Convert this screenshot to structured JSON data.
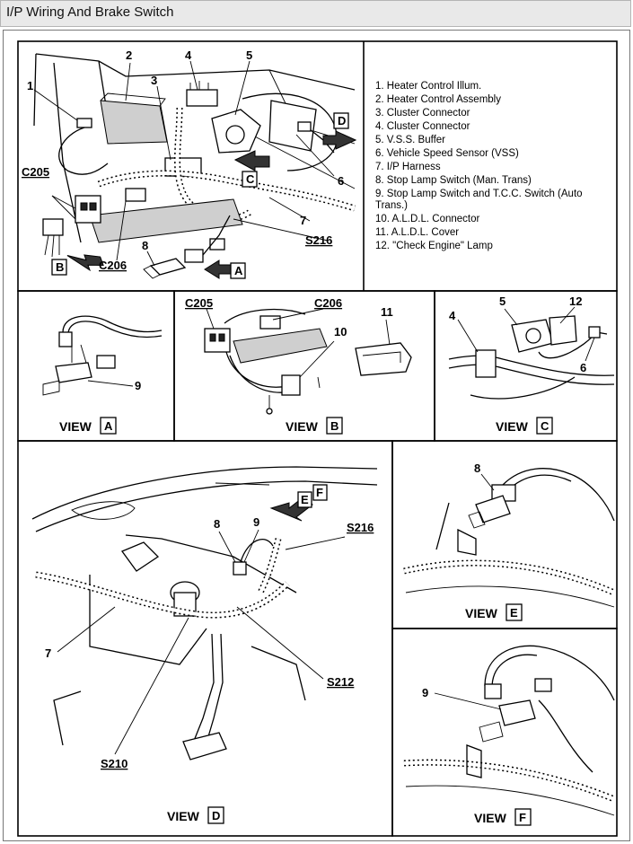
{
  "header": {
    "title": "I/P Wiring And Brake Switch"
  },
  "legend": [
    "1.  Heater Control Illum.",
    "2.  Heater Control Assembly",
    "3.  Cluster Connector",
    "4.  Cluster Connector",
    "5.  V.S.S. Buffer",
    "6.  Vehicle Speed Sensor (VSS)",
    "7.  I/P Harness",
    "8.  Stop Lamp Switch (Man. Trans)",
    "9.  Stop Lamp Switch and T.C.C. Switch (Auto",
    "      Trans.)",
    "10. A.L.D.L. Connector",
    "11. A.L.D.L. Cover",
    "12. \"Check Engine\" Lamp"
  ],
  "main_labels": {
    "n1": "1",
    "n2": "2",
    "n3": "3",
    "n4": "4",
    "n5": "5",
    "n6": "6",
    "n7": "7",
    "n8": "8",
    "c205": "C205",
    "c206": "C206",
    "s216": "S216",
    "arrowB": "B",
    "arrowA": "A",
    "arrowC": "C",
    "arrowD": "D"
  },
  "viewA": {
    "view_word": "VIEW",
    "letter": "A",
    "n9": "9"
  },
  "viewB": {
    "view_word": "VIEW",
    "letter": "B",
    "c205": "C205",
    "c206": "C206",
    "n10": "10",
    "n11": "11"
  },
  "viewC": {
    "view_word": "VIEW",
    "letter": "C",
    "n4": "4",
    "n5": "5",
    "n12": "12",
    "n6": "6"
  },
  "viewD": {
    "view_word": "VIEW",
    "letter": "D",
    "n8": "8",
    "n9": "9",
    "n7": "7",
    "s216": "S216",
    "s212": "S212",
    "s210": "S210",
    "arrowE": "E",
    "arrowF": "F"
  },
  "viewE": {
    "view_word": "VIEW",
    "letter": "E",
    "n8": "8"
  },
  "viewF": {
    "view_word": "VIEW",
    "letter": "F",
    "n9": "9"
  }
}
